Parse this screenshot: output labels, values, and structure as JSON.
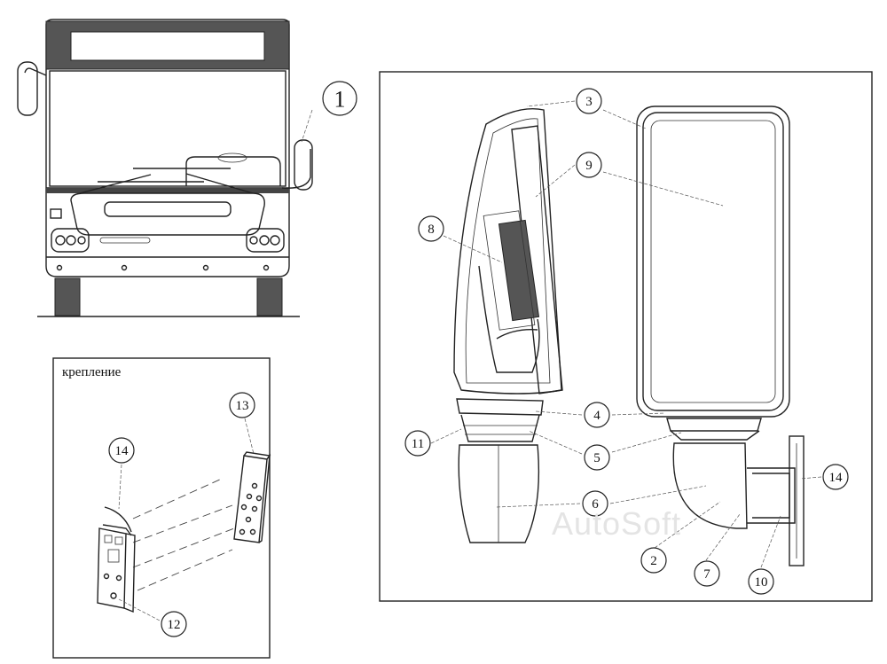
{
  "inset": {
    "title": "крепление"
  },
  "watermark": "AutoSoft",
  "callouts": {
    "c1": "1",
    "c2": "2",
    "c3": "3",
    "c4": "4",
    "c5": "5",
    "c6": "6",
    "c7": "7",
    "c8": "8",
    "c9": "9",
    "c10": "10",
    "c11": "11",
    "c12": "12",
    "c13": "13",
    "c14_mount": "14",
    "c14_detail": "14"
  }
}
